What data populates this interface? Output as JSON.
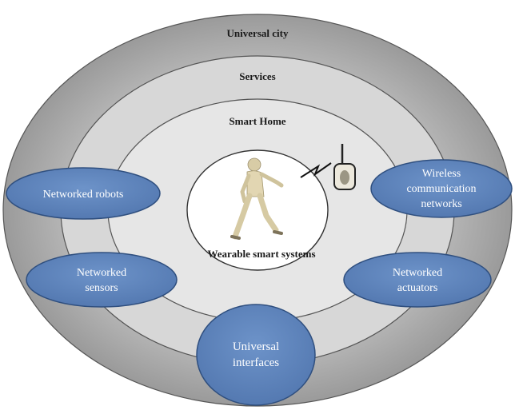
{
  "rings": {
    "outer": "Universal city",
    "second": "Services",
    "third": "Smart Home",
    "core": "Wearable smart systems"
  },
  "nodes": {
    "robots": [
      "Networked robots"
    ],
    "wireless": [
      "Wireless",
      "communication",
      "networks"
    ],
    "sensors": [
      "Networked",
      "sensors"
    ],
    "actuators": [
      "Networked",
      "actuators"
    ],
    "interfaces": [
      "Universal",
      "interfaces"
    ]
  },
  "colors": {
    "outer_ring": "#a9a9a9",
    "middle_ring": "#d6d6d6",
    "inner_ring": "#e4e4e4",
    "core": "#ffffff",
    "node_fill": "#5f85bd",
    "node_stroke": "#2f4f7f"
  }
}
